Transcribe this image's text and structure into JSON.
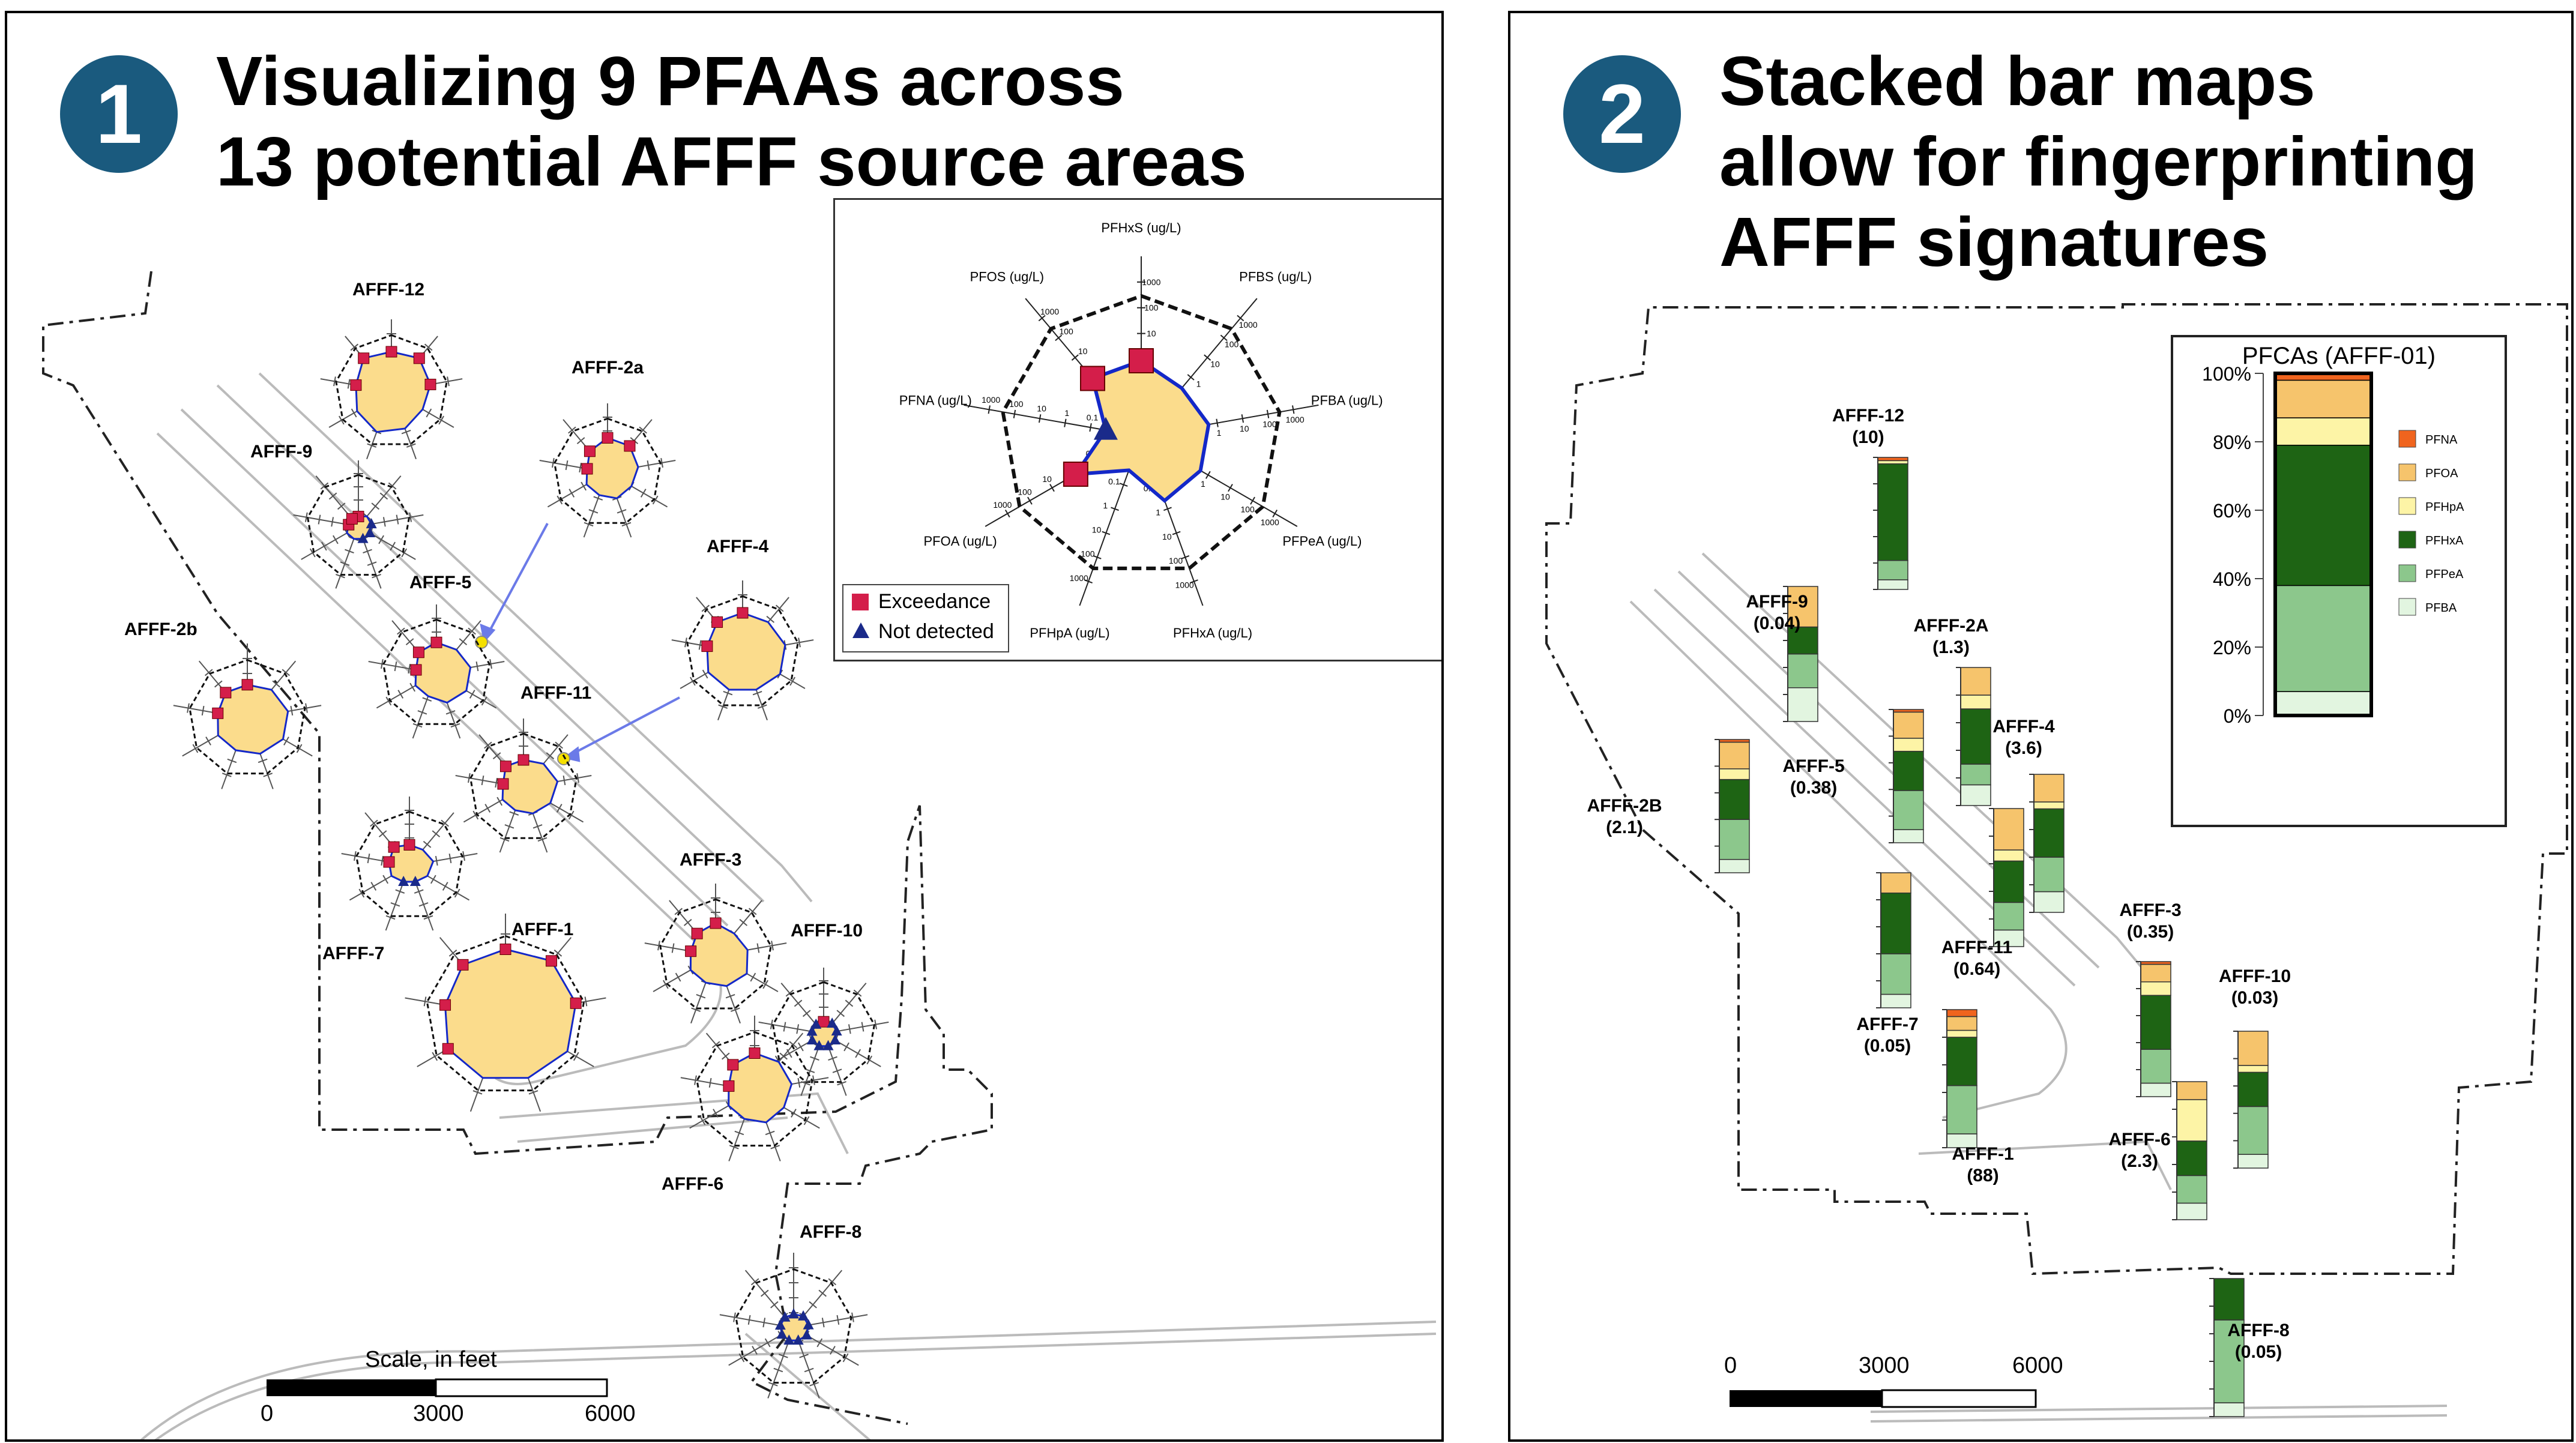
{
  "panels": [
    {
      "number": "1",
      "title": "Visualizing 9 PFAAs across\n13 potential AFFF source areas",
      "sites": [
        {
          "id": "AFFF-12"
        },
        {
          "id": "AFFF-2a"
        },
        {
          "id": "AFFF-9"
        },
        {
          "id": "AFFF-4"
        },
        {
          "id": "AFFF-5"
        },
        {
          "id": "AFFF-2b"
        },
        {
          "id": "AFFF-11"
        },
        {
          "id": "AFFF-3"
        },
        {
          "id": "AFFF-7"
        },
        {
          "id": "AFFF-1"
        },
        {
          "id": "AFFF-10"
        },
        {
          "id": "AFFF-6"
        },
        {
          "id": "AFFF-8"
        }
      ],
      "radar_inset": {
        "axes": [
          "PFHxS (ug/L)",
          "PFBS (ug/L)",
          "PFBA (ug/L)",
          "PFPeA (ug/L)",
          "PFHxA (ug/L)",
          "PFHpA (ug/L)",
          "PFOA (ug/L)",
          "PFNA (ug/L)",
          "PFOS (ug/L)"
        ],
        "ticks": [
          "0.01",
          "0.1",
          "1",
          "10",
          "100",
          "1000"
        ],
        "legend": {
          "exceedance": "Exceedance",
          "not_detected": "Not detected"
        }
      },
      "scale": {
        "title": "Scale, in feet",
        "ticks": [
          "0",
          "3000",
          "6000"
        ]
      }
    },
    {
      "number": "2",
      "title": "Stacked bar maps\nallow for fingerprinting\nAFFF signatures",
      "sites": [
        {
          "id": "AFFF-12",
          "value": "(10)"
        },
        {
          "id": "AFFF-9",
          "value": "(0.04)"
        },
        {
          "id": "AFFF-2A",
          "value": "(1.3)"
        },
        {
          "id": "AFFF-4",
          "value": "(3.6)"
        },
        {
          "id": "AFFF-5",
          "value": "(0.38)"
        },
        {
          "id": "AFFF-2B",
          "value": "(2.1)"
        },
        {
          "id": "AFFF-11",
          "value": "(0.64)"
        },
        {
          "id": "AFFF-3",
          "value": "(0.35)"
        },
        {
          "id": "AFFF-10",
          "value": "(0.03)"
        },
        {
          "id": "AFFF-7",
          "value": "(0.05)"
        },
        {
          "id": "AFFF-6",
          "value": "(2.3)"
        },
        {
          "id": "AFFF-1",
          "value": "(88)"
        },
        {
          "id": "AFFF-8",
          "value": "(0.05)"
        }
      ],
      "scale": {
        "ticks": [
          "0",
          "3000",
          "6000"
        ]
      }
    }
  ],
  "chart_data": [
    {
      "type": "bar",
      "stacked": true,
      "title": "PFCAs (AFFF-01)",
      "categories": [
        "AFFF-01"
      ],
      "yticks": [
        "0%",
        "20%",
        "40%",
        "60%",
        "80%",
        "100%"
      ],
      "ylim": [
        0,
        100
      ],
      "series": [
        {
          "name": "PFBA",
          "values": [
            7
          ],
          "color": "#e2f5e0"
        },
        {
          "name": "PFPeA",
          "values": [
            31
          ],
          "color": "#8cc78c"
        },
        {
          "name": "PFHxA",
          "values": [
            41
          ],
          "color": "#1e6414"
        },
        {
          "name": "PFHpA",
          "values": [
            8
          ],
          "color": "#fdf4a6"
        },
        {
          "name": "PFOA",
          "values": [
            11
          ],
          "color": "#f6c46c"
        },
        {
          "name": "PFNA",
          "values": [
            2
          ],
          "color": "#f0641e"
        }
      ]
    }
  ],
  "colors": {
    "badge": "#1a5a7e",
    "exceedance": "#d41e4a",
    "not_detected": "#1a2a8a",
    "polygon_fill": "#fbdc8c",
    "polygon_edge": "#1428c8"
  }
}
